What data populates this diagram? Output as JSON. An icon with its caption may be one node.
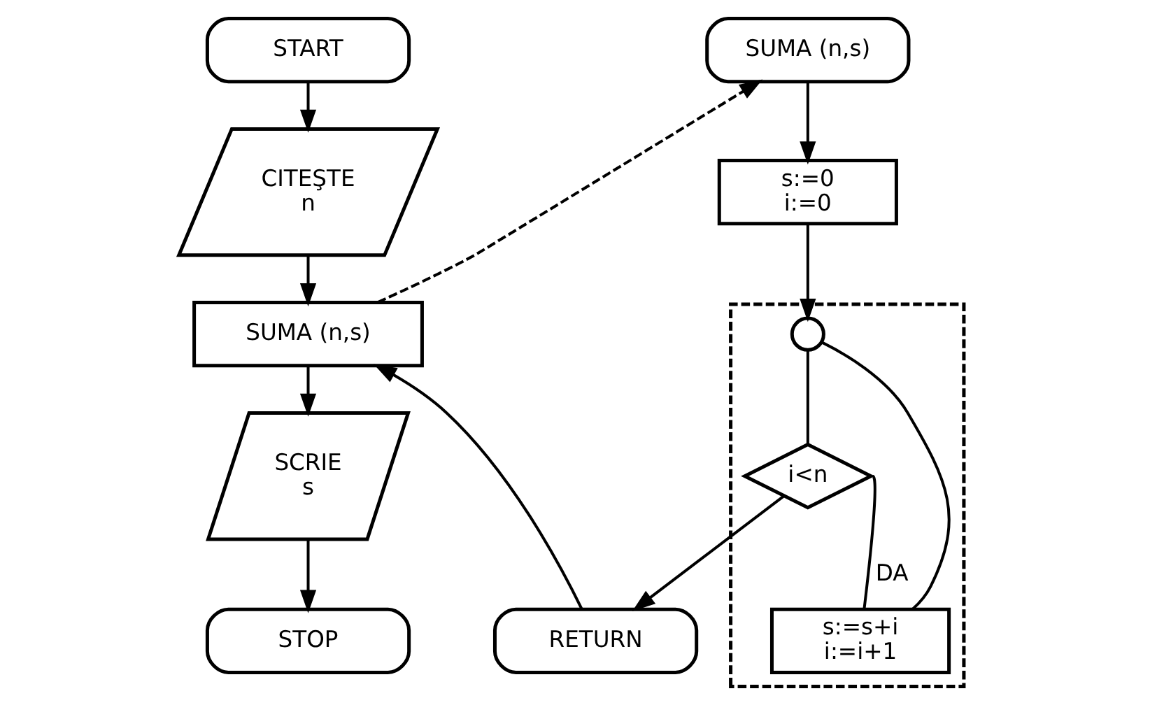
{
  "diagram": {
    "nodes": [
      {
        "text": [
          "START"
        ]
      },
      {
        "text": [
          "CITEŞTE n"
        ]
      },
      {
        "text": [
          "SUMA (n,s)"
        ]
      },
      {
        "text": [
          "SCRIE s"
        ]
      },
      {
        "text": [
          "STOP"
        ]
      },
      {
        "text": [
          "SUMA (n,s)"
        ]
      },
      {
        "text": [
          "s:=0 i:=0"
        ]
      },
      {
        "text": [],
        "shape": "box"
      },
      {
        "text": [],
        "shape": "circle",
        "in": 7
      },
      {
        "text": [
          "i<n"
        ],
        "in": 7
      },
      {
        "text": [
          "s:=s+i i:=i+1"
        ],
        "in": 7
      },
      {
        "text": [
          "RETURN"
        ]
      }
    ],
    "edges": [
      {
        "from": 0,
        "to": 1,
        "arrow": "to"
      },
      {
        "from": 1,
        "to": 2,
        "arrow": "to"
      },
      {
        "from": 2,
        "to": 3,
        "arrow": "to"
      },
      {
        "from": 3,
        "to": 4,
        "arrow": "to"
      },
      {
        "from": 2,
        "to": 5,
        "arrow": "to",
        "style": "dashed"
      },
      {
        "from": 5,
        "to": 6,
        "arrow": "to"
      },
      {
        "from": 6,
        "to": 8,
        "arrow": "to"
      },
      {
        "from": 8,
        "to": 9,
        "arrow": "none"
      },
      {
        "from": 9,
        "to": 10,
        "arrow": "none",
        "label": "DA"
      },
      {
        "from": 10,
        "to": 8,
        "arrow": "none"
      },
      {
        "from": 9,
        "to": 11,
        "arrow": "to"
      },
      {
        "from": 11,
        "to": 2,
        "arrow": "to"
      }
    ]
  }
}
